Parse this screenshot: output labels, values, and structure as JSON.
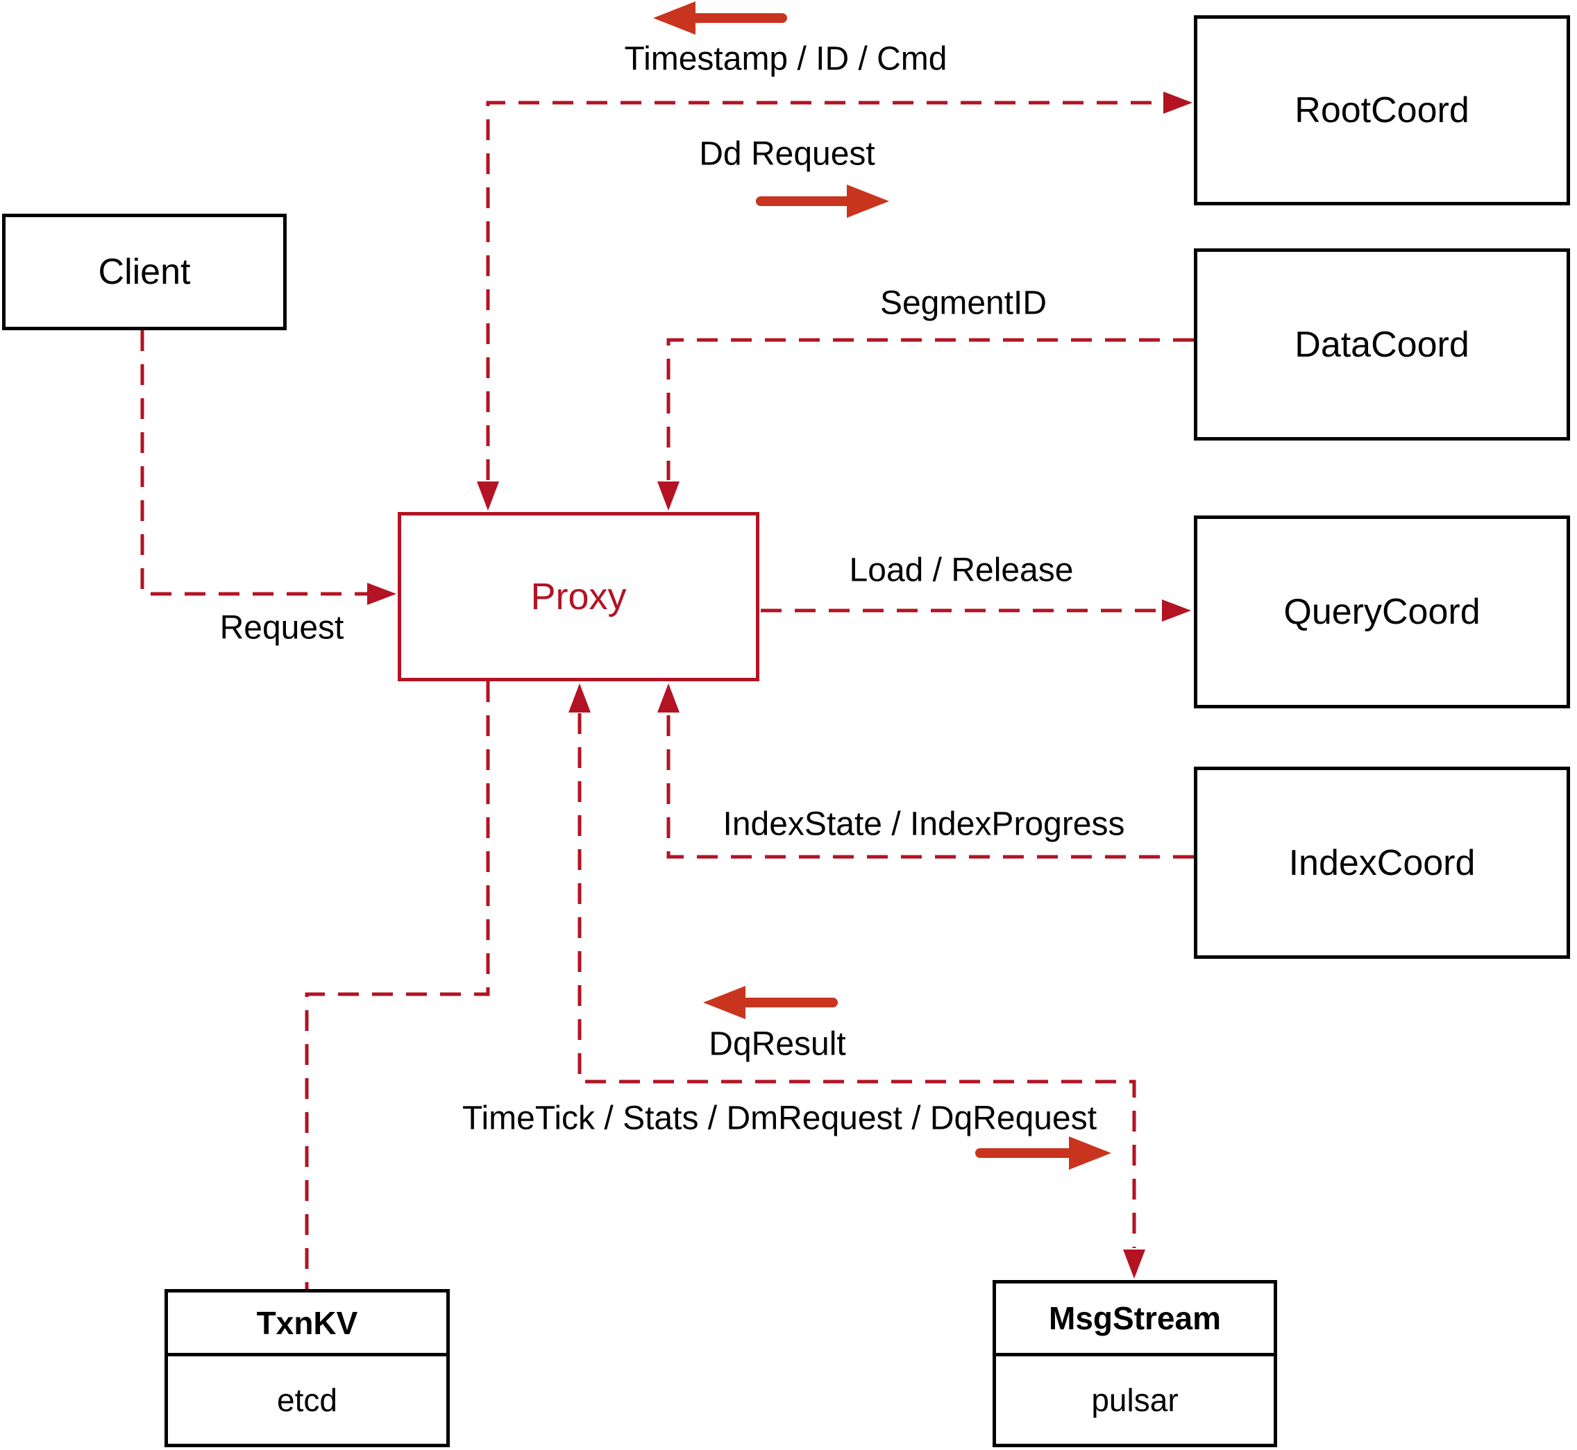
{
  "nodes": {
    "client": {
      "label": "Client"
    },
    "proxy": {
      "label": "Proxy"
    },
    "root_coord": {
      "label": "RootCoord"
    },
    "data_coord": {
      "label": "DataCoord"
    },
    "query_coord": {
      "label": "QueryCoord"
    },
    "index_coord": {
      "label": "IndexCoord"
    },
    "txn_kv": {
      "title": "TxnKV",
      "impl": "etcd"
    },
    "msg_stream": {
      "title": "MsgStream",
      "impl": "pulsar"
    }
  },
  "edges": {
    "client_proxy": {
      "label": "Request"
    },
    "proxy_rootcoord": {
      "label_return": "Timestamp / ID / Cmd",
      "label_forward": "Dd Request"
    },
    "datacoord_proxy": {
      "label": "SegmentID"
    },
    "proxy_querycoord": {
      "label": "Load / Release"
    },
    "indexcoord_proxy": {
      "label": "IndexState / IndexProgress"
    },
    "proxy_msgstream": {
      "label_return": "DqResult",
      "label_forward": "TimeTick / Stats / DmRequest / DqRequest"
    }
  },
  "colors": {
    "connector": "#b31323",
    "solid_arrow": "#c8341e",
    "box_border": "#000000",
    "text": "#000000",
    "background": "#ffffff"
  }
}
